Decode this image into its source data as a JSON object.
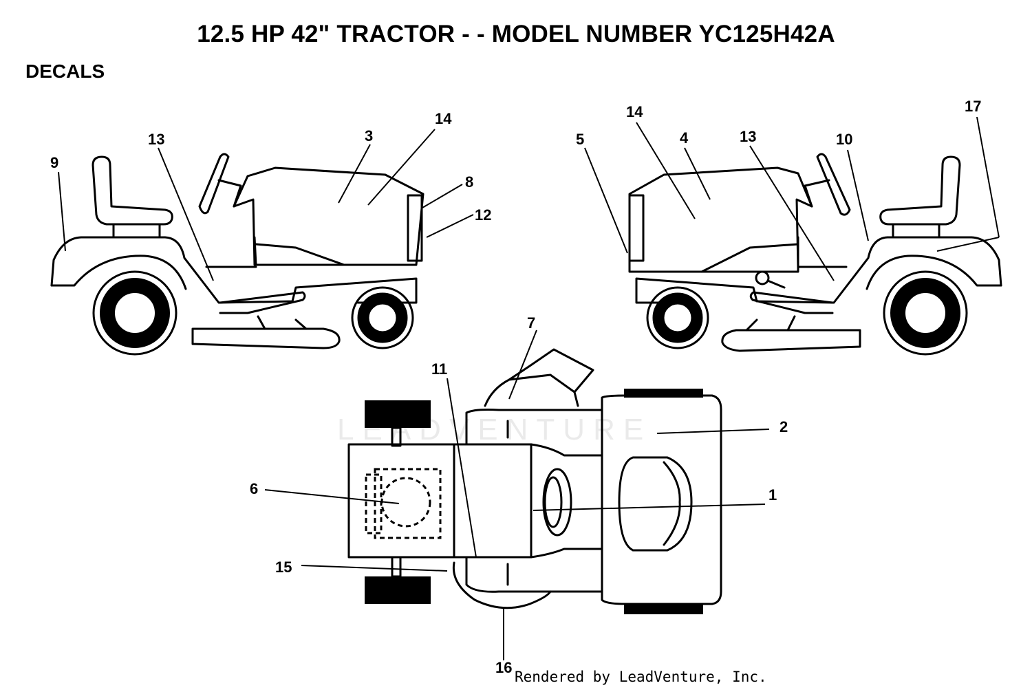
{
  "title": "12.5 HP 42\" TRACTOR - - MODEL NUMBER YC125H42A",
  "section": "DECALS",
  "callouts": {
    "c1": "1",
    "c2": "2",
    "c3": "3",
    "c4": "4",
    "c5": "5",
    "c6": "6",
    "c7": "7",
    "c8": "8",
    "c9": "9",
    "c10": "10",
    "c11": "11",
    "c12": "12",
    "c13a": "13",
    "c13b": "13",
    "c14a": "14",
    "c14b": "14",
    "c15": "15",
    "c16": "16",
    "c17": "17"
  },
  "watermark": "LEADVENTURE",
  "credit": "Rendered by LeadVenture, Inc."
}
